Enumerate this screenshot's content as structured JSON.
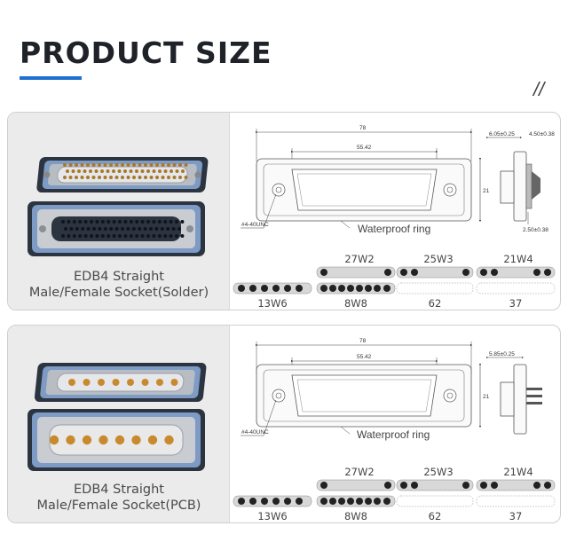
{
  "header": {
    "title": "PRODUCT SIZE",
    "mark": "//"
  },
  "panels": [
    {
      "caption_line1": "EDB4 Straight",
      "caption_line2": "Male/Female Socket(Solder)",
      "drawing": {
        "width": "78",
        "inner": "55.42",
        "height": "21",
        "thread": "#4-40UNC",
        "ring": "Waterproof ring",
        "side_a": "6.05±0.25",
        "side_b": "4.50±0.38",
        "side_c": "2.50±0.38"
      },
      "variants": {
        "top": [
          "27W2",
          "25W3",
          "21W4"
        ],
        "bottom": [
          "13W6",
          "8W8",
          "62",
          "37"
        ]
      }
    },
    {
      "caption_line1": "EDB4 Straight",
      "caption_line2": "Male/Female Socket(PCB)",
      "drawing": {
        "width": "78",
        "inner": "55.42",
        "height": "21",
        "thread": "#4-40UNC",
        "ring": "Waterproof ring",
        "side_a": "5.85±0.25"
      },
      "variants": {
        "top": [
          "27W2",
          "25W3",
          "21W4"
        ],
        "bottom": [
          "13W6",
          "8W8",
          "62",
          "37"
        ]
      }
    }
  ],
  "colors": {
    "accent": "#1f6fd1",
    "housing": "#2c3440",
    "seal": "#7d9bc4",
    "metal": "#c9ccd1",
    "gold": "#c98a2e"
  }
}
